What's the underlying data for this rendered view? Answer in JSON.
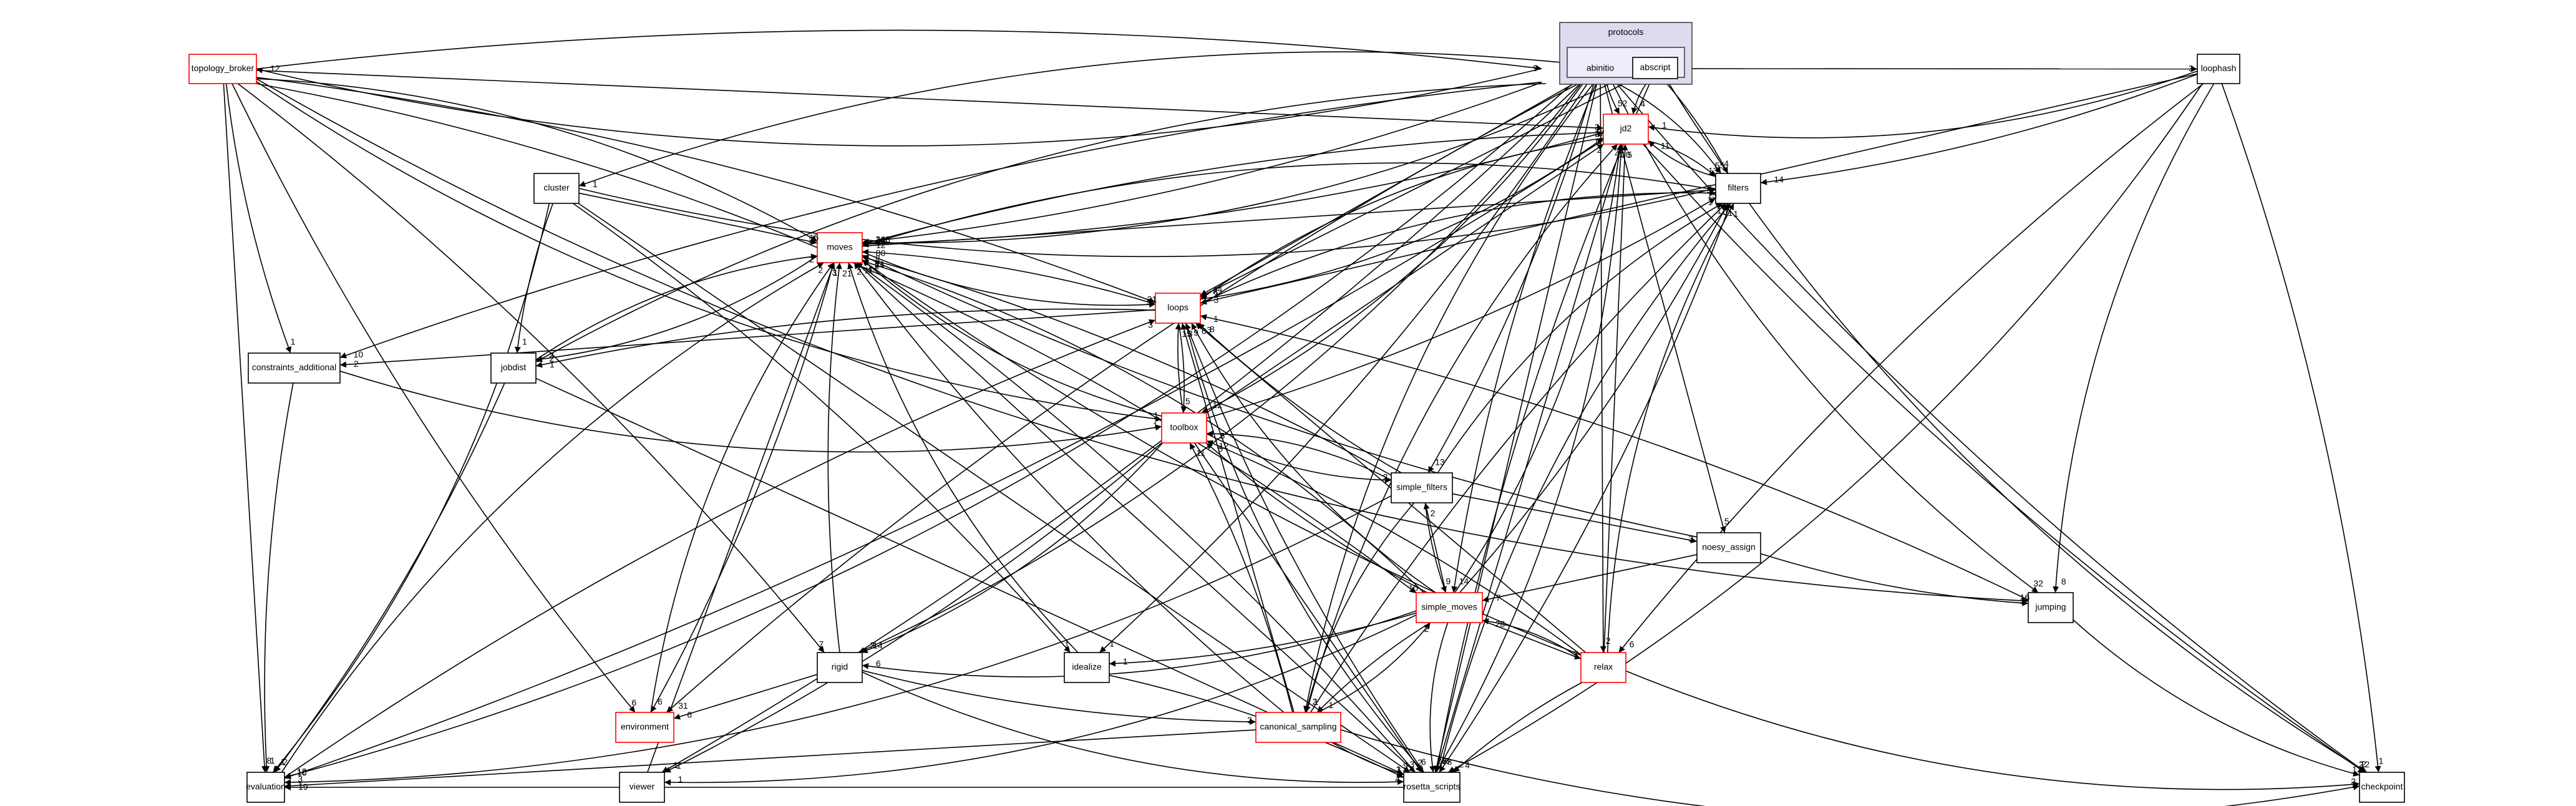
{
  "diagram": {
    "title": "protocols",
    "cluster": {
      "label": "protocols",
      "fill": "#dcdcee",
      "inner_label": "abinitio",
      "inner_fill": "#eeeefa"
    },
    "colors": {
      "highlight_border": "#ff0000",
      "normal_border": "#000000",
      "edge": "#000000"
    },
    "nodes": [
      {
        "id": "abinitio",
        "label": "abinitio",
        "highlight": false,
        "container": true
      },
      {
        "id": "abscript",
        "label": "abscript",
        "highlight": false
      },
      {
        "id": "topology_broker",
        "label": "topology_broker",
        "highlight": true
      },
      {
        "id": "loophash",
        "label": "loophash",
        "highlight": false
      },
      {
        "id": "jd2",
        "label": "jd2",
        "highlight": true
      },
      {
        "id": "filters",
        "label": "filters",
        "highlight": false
      },
      {
        "id": "cluster",
        "label": "cluster",
        "highlight": false
      },
      {
        "id": "moves",
        "label": "moves",
        "highlight": true
      },
      {
        "id": "loops",
        "label": "loops",
        "highlight": true
      },
      {
        "id": "constraints_additional",
        "label": "constraints_additional",
        "highlight": false
      },
      {
        "id": "jobdist",
        "label": "jobdist",
        "highlight": false
      },
      {
        "id": "toolbox",
        "label": "toolbox",
        "highlight": true
      },
      {
        "id": "simple_filters",
        "label": "simple_filters",
        "highlight": false
      },
      {
        "id": "noesy_assign",
        "label": "noesy_assign",
        "highlight": false
      },
      {
        "id": "simple_moves",
        "label": "simple_moves",
        "highlight": true
      },
      {
        "id": "jumping",
        "label": "jumping",
        "highlight": false
      },
      {
        "id": "rigid",
        "label": "rigid",
        "highlight": false
      },
      {
        "id": "idealize",
        "label": "idealize",
        "highlight": false
      },
      {
        "id": "relax",
        "label": "relax",
        "highlight": true
      },
      {
        "id": "environment",
        "label": "environment",
        "highlight": true
      },
      {
        "id": "canonical_sampling",
        "label": "canonical_sampling",
        "highlight": true
      },
      {
        "id": "evaluation",
        "label": "evaluation",
        "highlight": false
      },
      {
        "id": "viewer",
        "label": "viewer",
        "highlight": false
      },
      {
        "id": "rosetta_scripts",
        "label": "rosetta_scripts",
        "highlight": false
      },
      {
        "id": "checkpoint",
        "label": "checkpoint",
        "highlight": false
      }
    ],
    "edges": [
      {
        "from": "abinitio",
        "to": "topology_broker",
        "label": "12"
      },
      {
        "from": "topology_broker",
        "to": "abinitio",
        "label": "9"
      },
      {
        "from": "abinitio",
        "to": "loophash",
        "label": "3"
      },
      {
        "from": "abinitio",
        "to": "jd2",
        "label": "52"
      },
      {
        "from": "abscript",
        "to": "jd2",
        "label": "4"
      },
      {
        "from": "abinitio",
        "to": "filters",
        "label": "55"
      },
      {
        "from": "abinitio",
        "to": "moves",
        "label": "248"
      },
      {
        "from": "abinitio",
        "to": "loops",
        "label": "44"
      },
      {
        "from": "abinitio",
        "to": "constraints_additional",
        "label": "10"
      },
      {
        "from": "abinitio",
        "to": "jobdist",
        "label": "2"
      },
      {
        "from": "abinitio",
        "to": "toolbox",
        "label": "12"
      },
      {
        "from": "abinitio",
        "to": "simple_filters",
        "label": "13"
      },
      {
        "from": "abinitio",
        "to": "noesy_assign",
        "label": "5"
      },
      {
        "from": "abinitio",
        "to": "simple_moves",
        "label": "14"
      },
      {
        "from": "abinitio",
        "to": "jumping",
        "label": "32"
      },
      {
        "from": "abinitio",
        "to": "rigid",
        "label": "3"
      },
      {
        "from": "abinitio",
        "to": "idealize",
        "label": "1"
      },
      {
        "from": "abinitio",
        "to": "relax",
        "label": "2"
      },
      {
        "from": "abinitio",
        "to": "environment",
        "label": "31"
      },
      {
        "from": "abinitio",
        "to": "canonical_sampling",
        "label": "2"
      },
      {
        "from": "abinitio",
        "to": "evaluation",
        "label": "12"
      },
      {
        "from": "abinitio",
        "to": "viewer",
        "label": "1"
      },
      {
        "from": "abinitio",
        "to": "rosetta_scripts",
        "label": "40"
      },
      {
        "from": "abinitio",
        "to": "checkpoint",
        "label": "12"
      },
      {
        "from": "abscript",
        "to": "cluster",
        "label": "1"
      },
      {
        "from": "abscript",
        "to": "moves",
        "label": "18"
      },
      {
        "from": "abscript",
        "to": "filters",
        "label": "4"
      },
      {
        "from": "abscript",
        "to": "loops",
        "label": "8"
      },
      {
        "from": "abscript",
        "to": "rosetta_scripts",
        "label": "7"
      },
      {
        "from": "abscript",
        "to": "checkpoint",
        "label": "2"
      },
      {
        "from": "topology_broker",
        "to": "moves",
        "label": "15"
      },
      {
        "from": "topology_broker",
        "to": "loops",
        "label": "21"
      },
      {
        "from": "topology_broker",
        "to": "jd2",
        "label": "3"
      },
      {
        "from": "topology_broker",
        "to": "constraints_additional",
        "label": "1"
      },
      {
        "from": "topology_broker",
        "to": "toolbox",
        "label": "1"
      },
      {
        "from": "topology_broker",
        "to": "simple_moves",
        "label": "10"
      },
      {
        "from": "topology_broker",
        "to": "rigid",
        "label": "7"
      },
      {
        "from": "topology_broker",
        "to": "evaluation",
        "label": "8"
      },
      {
        "from": "topology_broker",
        "to": "environment",
        "label": "6"
      },
      {
        "from": "topology_broker",
        "to": "jumping",
        "label": "16"
      },
      {
        "from": "loophash",
        "to": "jd2",
        "label": "1"
      },
      {
        "from": "loophash",
        "to": "filters",
        "label": "14"
      },
      {
        "from": "loophash",
        "to": "loops",
        "label": "3"
      },
      {
        "from": "loophash",
        "to": "relax",
        "label": "6"
      },
      {
        "from": "loophash",
        "to": "jumping",
        "label": "8"
      },
      {
        "from": "loophash",
        "to": "rosetta_scripts",
        "label": "2"
      },
      {
        "from": "loophash",
        "to": "checkpoint",
        "label": "1"
      },
      {
        "from": "cluster",
        "to": "moves",
        "label": "2"
      },
      {
        "from": "cluster",
        "to": "jobdist",
        "label": "1"
      },
      {
        "from": "cluster",
        "to": "filters",
        "label": "2"
      },
      {
        "from": "cluster",
        "to": "evaluation",
        "label": "1"
      },
      {
        "from": "cluster",
        "to": "idealize",
        "label": "1"
      },
      {
        "from": "cluster",
        "to": "rosetta_scripts",
        "label": "9"
      },
      {
        "from": "jd2",
        "to": "moves",
        "label": "30"
      },
      {
        "from": "jd2",
        "to": "loops",
        "label": "2"
      },
      {
        "from": "jd2",
        "to": "filters",
        "label": "13"
      },
      {
        "from": "jd2",
        "to": "evaluation",
        "label": "10"
      },
      {
        "from": "jd2",
        "to": "rosetta_scripts",
        "label": "3"
      },
      {
        "from": "jd2",
        "to": "checkpoint",
        "label": "2"
      },
      {
        "from": "filters",
        "to": "moves",
        "label": "12"
      },
      {
        "from": "filters",
        "to": "jd2",
        "label": "11"
      },
      {
        "from": "filters",
        "to": "rosetta_scripts",
        "label": "8"
      },
      {
        "from": "moves",
        "to": "filters",
        "label": "5"
      },
      {
        "from": "moves",
        "to": "jd2",
        "label": "27"
      },
      {
        "from": "moves",
        "to": "loops",
        "label": "5"
      },
      {
        "from": "moves",
        "to": "jobdist",
        "label": "2"
      },
      {
        "from": "moves",
        "to": "environment",
        "label": "6"
      },
      {
        "from": "moves",
        "to": "rosetta_scripts",
        "label": "3"
      },
      {
        "from": "loops",
        "to": "moves",
        "label": "80"
      },
      {
        "from": "loops",
        "to": "jd2",
        "label": "9"
      },
      {
        "from": "loops",
        "to": "filters",
        "label": "15"
      },
      {
        "from": "loops",
        "to": "toolbox",
        "label": "5"
      },
      {
        "from": "loops",
        "to": "constraints_additional",
        "label": "2"
      },
      {
        "from": "loops",
        "to": "jobdist",
        "label": "1"
      },
      {
        "from": "loops",
        "to": "rosetta_scripts",
        "label": "6"
      },
      {
        "from": "jobdist",
        "to": "moves",
        "label": "2"
      },
      {
        "from": "jobdist",
        "to": "evaluation",
        "label": "2"
      },
      {
        "from": "jobdist",
        "to": "rosetta_scripts",
        "label": "1"
      },
      {
        "from": "constraints_additional",
        "to": "evaluation",
        "label": "1"
      },
      {
        "from": "constraints_additional",
        "to": "toolbox",
        "label": "1"
      },
      {
        "from": "toolbox",
        "to": "moves",
        "label": "21"
      },
      {
        "from": "toolbox",
        "to": "loops",
        "label": "15"
      },
      {
        "from": "toolbox",
        "to": "jd2",
        "label": "2"
      },
      {
        "from": "toolbox",
        "to": "filters",
        "label": "1"
      },
      {
        "from": "toolbox",
        "to": "simple_filters",
        "label": "2"
      },
      {
        "from": "toolbox",
        "to": "rigid",
        "label": "14"
      },
      {
        "from": "toolbox",
        "to": "viewer",
        "label": "1"
      },
      {
        "from": "toolbox",
        "to": "rosetta_scripts",
        "label": "2"
      },
      {
        "from": "simple_filters",
        "to": "moves",
        "label": "2"
      },
      {
        "from": "simple_filters",
        "to": "toolbox",
        "label": "5"
      },
      {
        "from": "simple_filters",
        "to": "filters",
        "label": "1"
      },
      {
        "from": "simple_filters",
        "to": "loops",
        "label": "8"
      },
      {
        "from": "simple_filters",
        "to": "noesy_assign",
        "label": "3"
      },
      {
        "from": "simple_filters",
        "to": "simple_moves",
        "label": "9"
      },
      {
        "from": "simple_filters",
        "to": "canonical_sampling",
        "label": "1"
      },
      {
        "from": "simple_filters",
        "to": "evaluation",
        "label": "3"
      },
      {
        "from": "noesy_assign",
        "to": "moves",
        "label": "2"
      },
      {
        "from": "noesy_assign",
        "to": "simple_moves",
        "label": "7"
      },
      {
        "from": "noesy_assign",
        "to": "jumping",
        "label": "1"
      },
      {
        "from": "simple_moves",
        "to": "moves",
        "label": "2"
      },
      {
        "from": "simple_moves",
        "to": "loops",
        "label": "6"
      },
      {
        "from": "simple_moves",
        "to": "toolbox",
        "label": "5"
      },
      {
        "from": "simple_moves",
        "to": "simple_filters",
        "label": "2"
      },
      {
        "from": "simple_moves",
        "to": "filters",
        "label": "1"
      },
      {
        "from": "simple_moves",
        "to": "jd2",
        "label": "1"
      },
      {
        "from": "simple_moves",
        "to": "rigid",
        "label": "6"
      },
      {
        "from": "simple_moves",
        "to": "idealize",
        "label": "1"
      },
      {
        "from": "simple_moves",
        "to": "relax",
        "label": "3"
      },
      {
        "from": "simple_moves",
        "to": "canonical_sampling",
        "label": "1"
      },
      {
        "from": "simple_moves",
        "to": "rosetta_scripts",
        "label": "2"
      },
      {
        "from": "simple_moves",
        "to": "viewer",
        "label": "1"
      },
      {
        "from": "rigid",
        "to": "moves",
        "label": "21"
      },
      {
        "from": "rigid",
        "to": "environment",
        "label": "6"
      },
      {
        "from": "rigid",
        "to": "canonical_sampling",
        "label": "2"
      },
      {
        "from": "rigid",
        "to": "rosetta_scripts",
        "label": "4"
      },
      {
        "from": "idealize",
        "to": "moves",
        "label": "2"
      },
      {
        "from": "idealize",
        "to": "rosetta_scripts",
        "label": "1"
      },
      {
        "from": "relax",
        "to": "loops",
        "label": "3"
      },
      {
        "from": "relax",
        "to": "toolbox",
        "label": "12"
      },
      {
        "from": "relax",
        "to": "simple_moves",
        "label": "28"
      },
      {
        "from": "relax",
        "to": "filters",
        "label": "1"
      },
      {
        "from": "relax",
        "to": "moves",
        "label": "24"
      },
      {
        "from": "relax",
        "to": "jd2",
        "label": "5"
      },
      {
        "from": "relax",
        "to": "rosetta_scripts",
        "label": "4"
      },
      {
        "from": "relax",
        "to": "checkpoint",
        "label": "2"
      },
      {
        "from": "environment",
        "to": "moves",
        "label": "3"
      },
      {
        "from": "canonical_sampling",
        "to": "moves",
        "label": "11"
      },
      {
        "from": "canonical_sampling",
        "to": "loops",
        "label": "3"
      },
      {
        "from": "canonical_sampling",
        "to": "toolbox",
        "label": "11"
      },
      {
        "from": "canonical_sampling",
        "to": "simple_moves",
        "label": "2"
      },
      {
        "from": "canonical_sampling",
        "to": "jd2",
        "label": "4"
      },
      {
        "from": "canonical_sampling",
        "to": "filters",
        "label": "1"
      },
      {
        "from": "canonical_sampling",
        "to": "evaluation",
        "label": "1"
      },
      {
        "from": "canonical_sampling",
        "to": "rosetta_scripts",
        "label": "3"
      },
      {
        "from": "canonical_sampling",
        "to": "checkpoint",
        "label": "7"
      },
      {
        "from": "evaluation",
        "to": "moves",
        "label": "2"
      },
      {
        "from": "evaluation",
        "to": "loops",
        "label": "3"
      },
      {
        "from": "viewer",
        "to": "moves",
        "label": "1"
      },
      {
        "from": "rosetta_scripts",
        "to": "moves",
        "label": "4"
      },
      {
        "from": "rosetta_scripts",
        "to": "jd2",
        "label": "10"
      },
      {
        "from": "rosetta_scripts",
        "to": "filters",
        "label": "1"
      },
      {
        "from": "rosetta_scripts",
        "to": "loops",
        "label": "9"
      },
      {
        "from": "rosetta_scripts",
        "to": "evaluation",
        "label": "19"
      },
      {
        "from": "jumping",
        "to": "loops",
        "label": "1"
      },
      {
        "from": "jumping",
        "to": "checkpoint",
        "label": "12"
      }
    ]
  }
}
